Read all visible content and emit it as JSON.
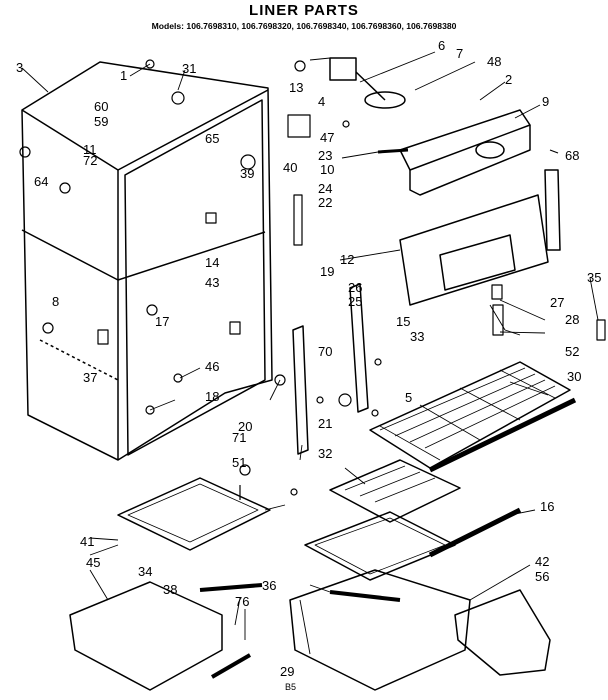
{
  "header": {
    "title": "LINER PARTS",
    "models": "Models: 106.7698310, 106.7698320, 106.7698340, 106.7698360, 106.7698380"
  },
  "footer_code": "B5",
  "callouts": [
    "1",
    "2",
    "3",
    "4",
    "5",
    "6",
    "7",
    "8",
    "9",
    "10",
    "11",
    "12",
    "13",
    "14",
    "15",
    "16",
    "17",
    "18",
    "19",
    "20",
    "21",
    "22",
    "23",
    "24",
    "25",
    "26",
    "27",
    "28",
    "29",
    "30",
    "31",
    "32",
    "33",
    "34",
    "35",
    "36",
    "37",
    "38",
    "39",
    "40",
    "41",
    "42",
    "43",
    "45",
    "46",
    "47",
    "48",
    "51",
    "52",
    "56",
    "59",
    "60",
    "64",
    "65",
    "68",
    "70",
    "71",
    "72",
    "76"
  ]
}
